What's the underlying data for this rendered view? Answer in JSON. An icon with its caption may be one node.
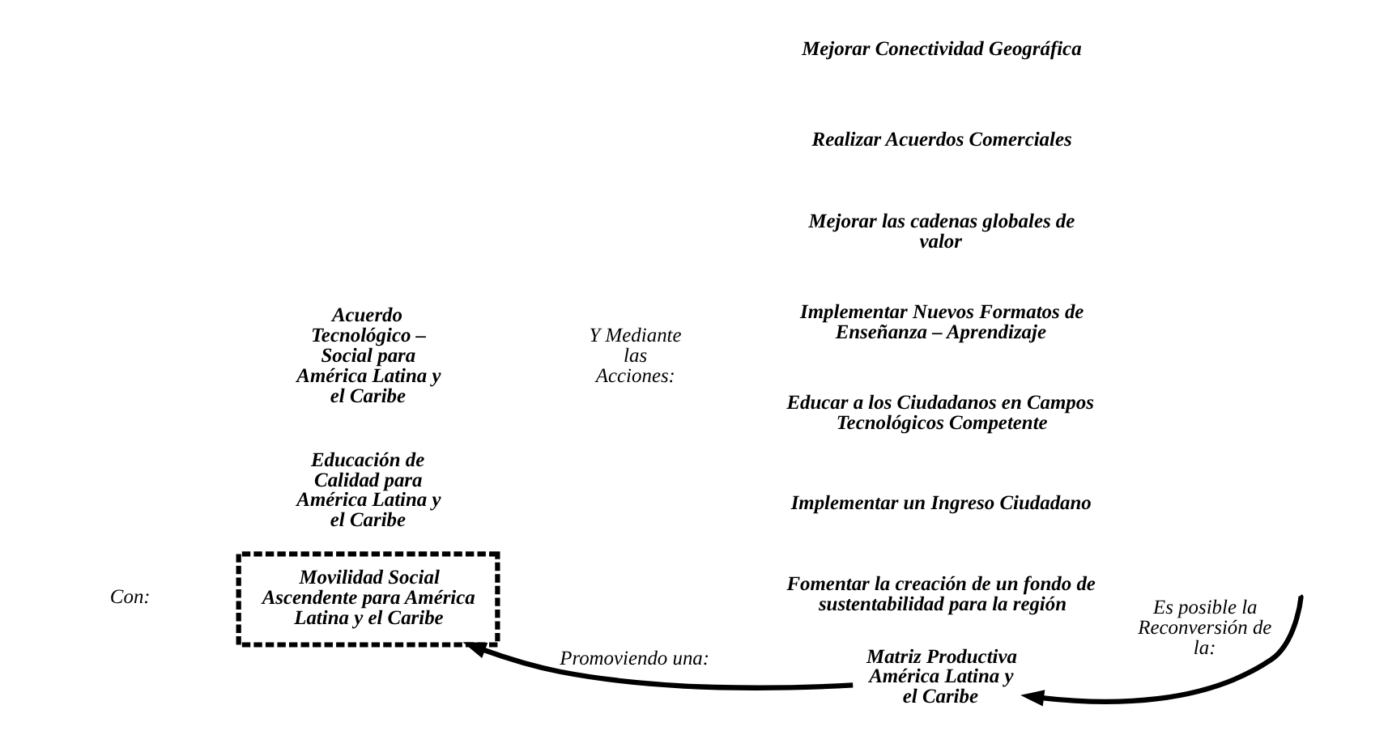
{
  "diagram": {
    "nodes": [
      {
        "text": [
          "Con:"
        ]
      },
      {
        "text": [
          "Acuerdo Tecnológico – Social para América Latina y el Caribe"
        ]
      },
      {
        "text": [
          "Educación de Calidad para América Latina y el Caribe"
        ]
      },
      {
        "text": [
          "Y Mediante las Acciones:"
        ]
      },
      {
        "text": [
          "Mejorar Conectividad Geográfica"
        ]
      },
      {
        "text": [
          "Realizar Acuerdos Comerciales"
        ]
      },
      {
        "text": [
          "Mejorar las cadenas globales de valor"
        ]
      },
      {
        "text": [
          "Implementar Nuevos Formatos de Enseñanza – Aprendizaje"
        ]
      },
      {
        "text": [
          "Educar a los Ciudadanos en Campos Tecnológicos Competente"
        ]
      },
      {
        "text": [
          "Implementar un Ingreso Ciudadano"
        ]
      },
      {
        "text": [
          "Fomentar la creación de un fondo de sustentabilidad para la región"
        ]
      },
      {
        "text": [
          "Matriz Productiva América Latina y el Caribe"
        ]
      },
      {
        "text": [
          "Movilidad Social Ascendente para América Latina y el Caribe"
        ]
      }
    ],
    "edges": [
      {
        "from": null,
        "to": 11,
        "arrow": "to",
        "label": "Es posible la Reconversión de la:"
      },
      {
        "from": 11,
        "to": 12,
        "arrow": "to",
        "label": "Promoviendo una:"
      }
    ]
  }
}
